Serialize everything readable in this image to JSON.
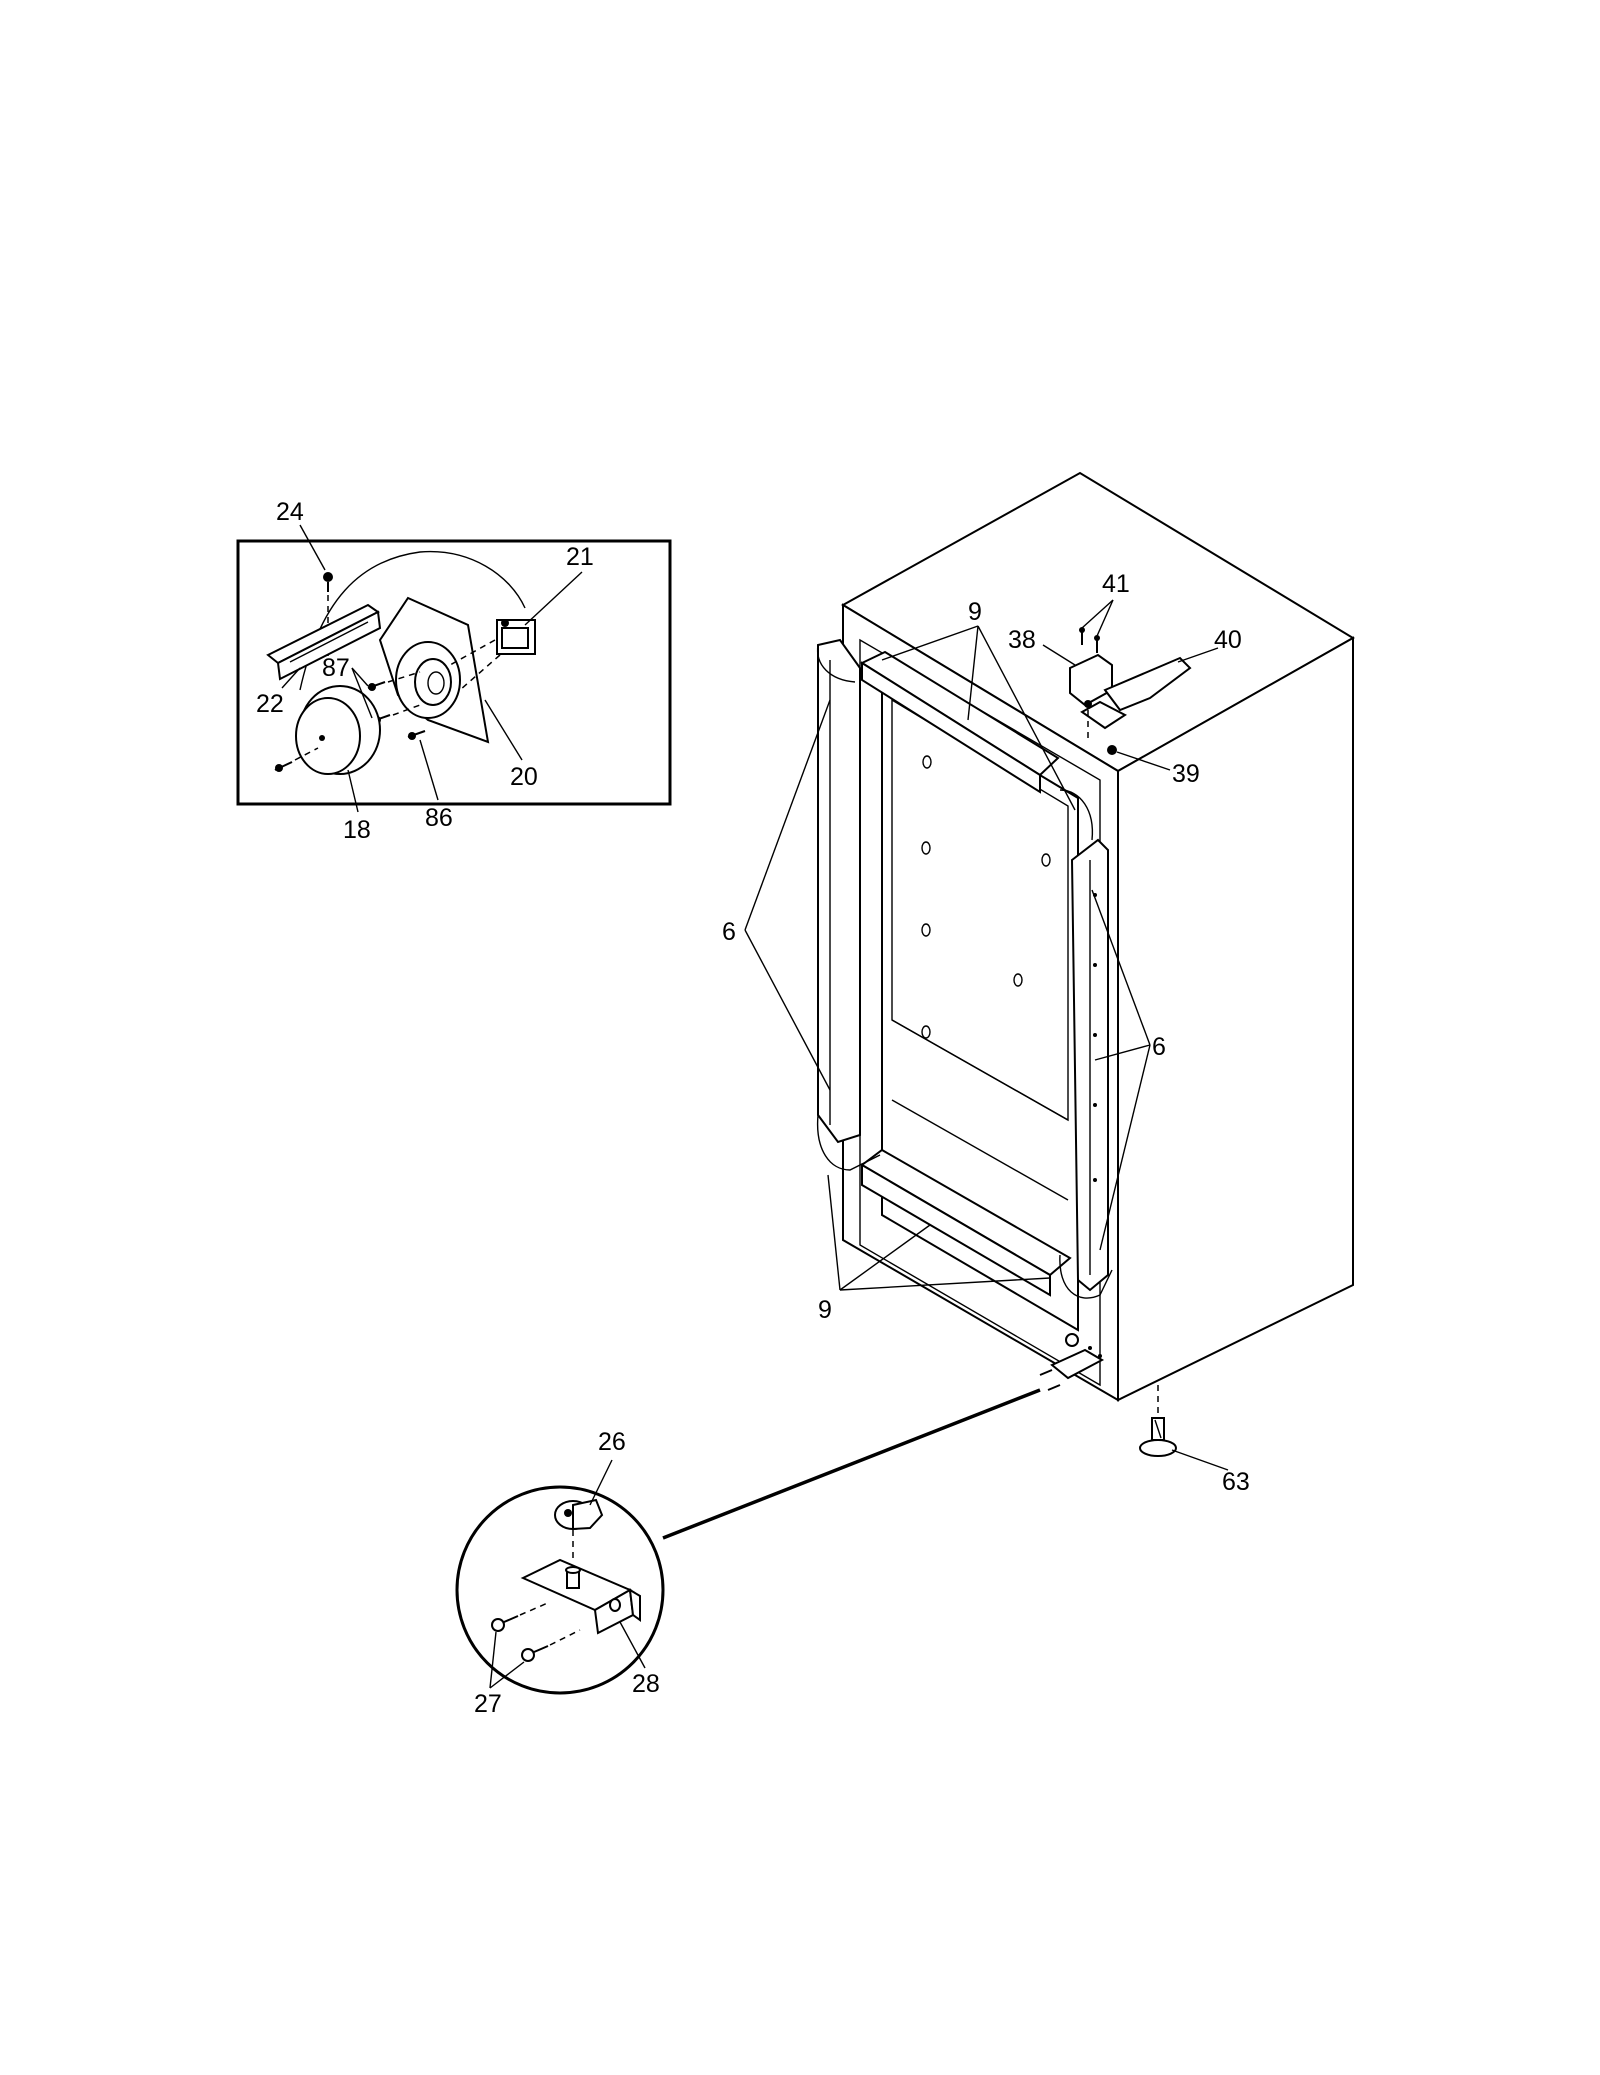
{
  "labels": {
    "p24": "24",
    "p21": "21",
    "p22": "22",
    "p87": "87",
    "p20": "20",
    "p18": "18",
    "p86": "86",
    "p9_top": "9",
    "p41": "41",
    "p38": "38",
    "p40": "40",
    "p39": "39",
    "p6_left": "6",
    "p6_right": "6",
    "p9_bottom": "9",
    "p26": "26",
    "p63": "63",
    "p27": "27",
    "p28": "28"
  }
}
